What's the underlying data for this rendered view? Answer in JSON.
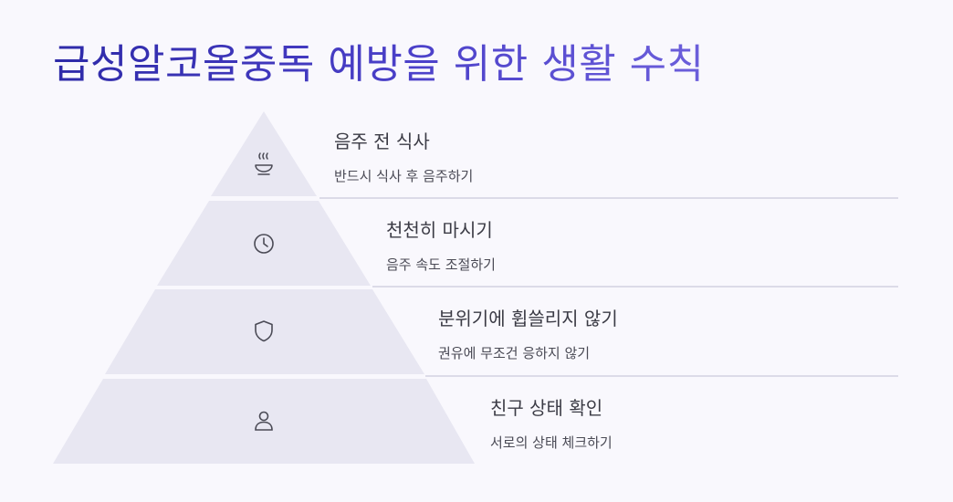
{
  "title": "급성알코올중독 예방을 위한 생활 수칙",
  "tiers": [
    {
      "heading": "음주 전 식사",
      "description": "반드시 식사 후 음주하기",
      "icon": "bowl-icon"
    },
    {
      "heading": "천천히 마시기",
      "description": "음주 속도 조절하기",
      "icon": "clock-icon"
    },
    {
      "heading": "분위기에 휩쓸리지 않기",
      "description": "권유에 무조건 응하지 않기",
      "icon": "shield-icon"
    },
    {
      "heading": "친구 상태 확인",
      "description": "서로의 상태 체크하기",
      "icon": "person-icon"
    }
  ],
  "colors": {
    "tier_fill": "#e8e7f2",
    "divider": "#dcdbe8",
    "icon_stroke": "#4a4a55"
  }
}
